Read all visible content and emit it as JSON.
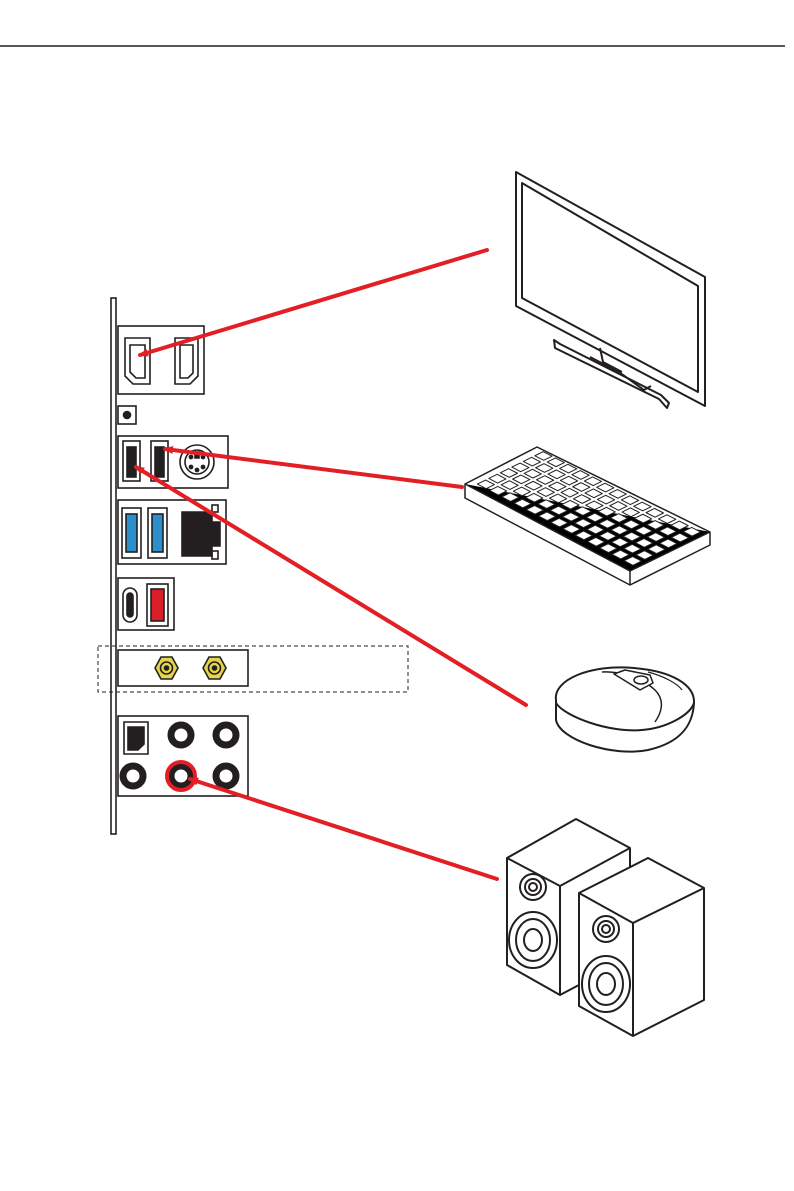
{
  "diagram": {
    "kind": "rear I/O panel connection guide",
    "colors": {
      "arrow": "#e31e24",
      "usb3_blue": "#2b8fcb",
      "usb_red": "#d9202a",
      "antenna_gold": "#e6d44a",
      "line": "#231f20"
    },
    "io_panel": {
      "ports": [
        "hdmi-port",
        "displayport-port",
        "clear-cmos-button",
        "usb2-port-1",
        "usb2-port-2",
        "ps2-combo-port",
        "usb3-blue-port-1",
        "usb3-blue-port-2",
        "lan-port",
        "usb-type-c-port",
        "usb-red-port",
        "wifi-antenna-connector-1",
        "wifi-antenna-connector-2",
        "optical-spdif-port",
        "audio-jacks"
      ]
    },
    "devices": [
      "monitor-icon",
      "keyboard-icon",
      "mouse-icon",
      "speakers-icon"
    ],
    "connections": [
      {
        "from": "monitor-icon",
        "to": "hdmi-port"
      },
      {
        "from": "keyboard-icon",
        "to": "usb2-port-2"
      },
      {
        "from": "mouse-icon",
        "to": "usb2-port-1"
      },
      {
        "from": "speakers-icon",
        "to": "line-out-jack"
      }
    ]
  }
}
